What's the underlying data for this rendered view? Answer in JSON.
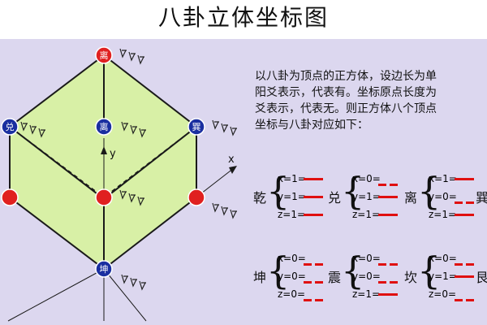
{
  "title": "八卦立体坐标图",
  "description": {
    "lines": [
      "以八卦为顶点的正方体，设边长为单",
      "阳爻表示，代表有。坐标原点长度为",
      "爻表示，代表无。则正方体八个顶点",
      "坐标与八卦对应如下："
    ]
  },
  "axes": {
    "x": "x",
    "y": "y"
  },
  "vertices": [
    {
      "key": "top",
      "label": "离",
      "color": "#e02020"
    },
    {
      "key": "dui",
      "label": "兑",
      "color": "#1a2fa0"
    },
    {
      "key": "li",
      "label": "离",
      "color": "#1a2fa0"
    },
    {
      "key": "xun",
      "label": "巽",
      "color": "#1a2fa0"
    },
    {
      "key": "left",
      "label": "",
      "color": "#e02020"
    },
    {
      "key": "mid",
      "label": "",
      "color": "#e02020"
    },
    {
      "key": "right",
      "label": "",
      "color": "#e02020"
    },
    {
      "key": "kun",
      "label": "坤",
      "color": "#1a2fa0"
    }
  ],
  "mapping": [
    {
      "name": "乾",
      "rows": [
        {
          "t": "x=1=",
          "s": "yang"
        },
        {
          "t": "y=1=",
          "s": "yang"
        },
        {
          "t": "z=1=",
          "s": "yang"
        }
      ]
    },
    {
      "name": "兑",
      "rows": [
        {
          "t": "x=0=",
          "s": "yin"
        },
        {
          "t": "y=1=",
          "s": "yang"
        },
        {
          "t": "z=1=",
          "s": "yang"
        }
      ]
    },
    {
      "name": "离",
      "rows": [
        {
          "t": "x=1=",
          "s": "yang"
        },
        {
          "t": "y=0=",
          "s": "yin"
        },
        {
          "t": "z=1=",
          "s": "yang"
        }
      ]
    },
    {
      "name": "巽",
      "rows": []
    },
    {
      "name": "坤",
      "rows": [
        {
          "t": "x=0=",
          "s": "yin"
        },
        {
          "t": "y=0=",
          "s": "yin"
        },
        {
          "t": "z=0=",
          "s": "yin"
        }
      ]
    },
    {
      "name": "震",
      "rows": [
        {
          "t": "x=0=",
          "s": "yin"
        },
        {
          "t": "y=0=",
          "s": "yin"
        },
        {
          "t": "z=1=",
          "s": "yang"
        }
      ]
    },
    {
      "name": "坎",
      "rows": [
        {
          "t": "x=0=",
          "s": "yin"
        },
        {
          "t": "y=1=",
          "s": "yang"
        },
        {
          "t": "z=0=",
          "s": "yin"
        }
      ]
    },
    {
      "name": "艮",
      "rows": []
    }
  ]
}
